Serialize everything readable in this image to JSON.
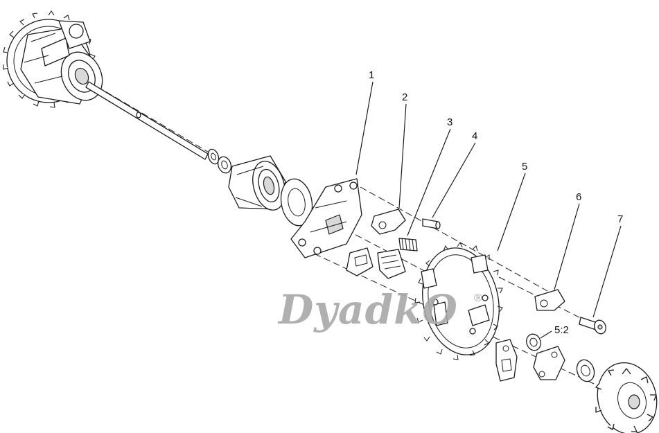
{
  "callouts": [
    {
      "id": "1",
      "label": "1"
    },
    {
      "id": "2",
      "label": "2"
    },
    {
      "id": "3",
      "label": "3"
    },
    {
      "id": "4",
      "label": "4"
    },
    {
      "id": "5",
      "label": "5"
    },
    {
      "id": "6",
      "label": "6"
    },
    {
      "id": "7",
      "label": "7"
    },
    {
      "id": "5:2",
      "label": "5:2"
    }
  ],
  "watermark": {
    "text": "DyadkO",
    "mark": "®"
  }
}
